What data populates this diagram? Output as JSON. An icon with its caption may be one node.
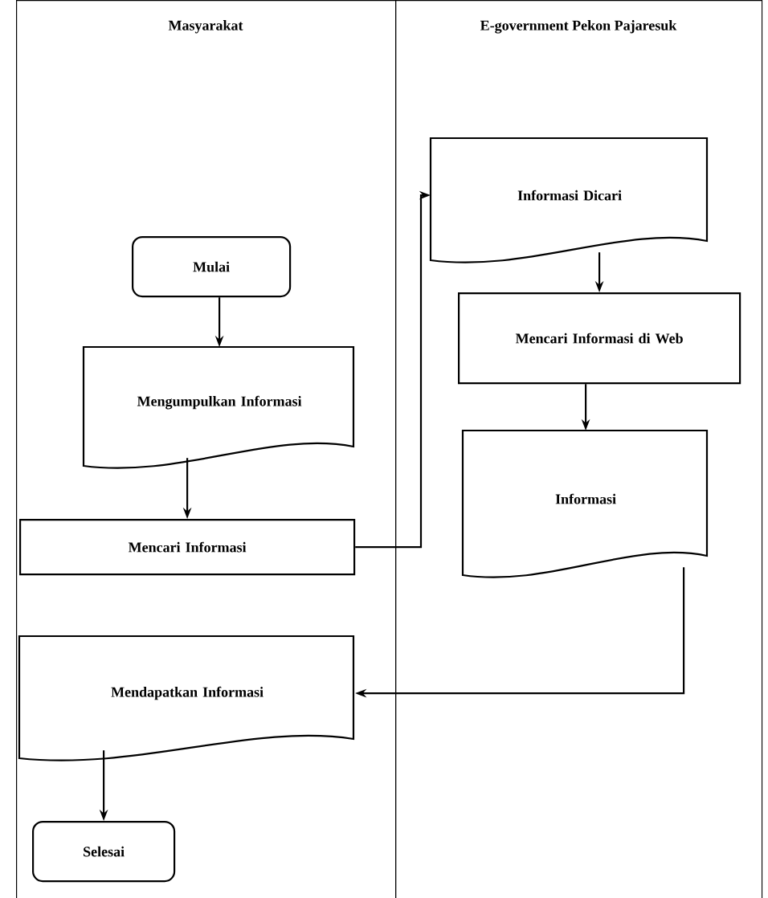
{
  "diagram": {
    "nodes": [
      {
        "text": [
          "Masyarakat"
        ]
      },
      {
        "text": [
          "E-government Pekon Pajaresuk"
        ]
      },
      {
        "text": [
          "Mulai"
        ],
        "in": 0
      },
      {
        "text": [
          "Mengumpulkan Informasi"
        ],
        "in": 0
      },
      {
        "text": [
          "Mencari Informasi"
        ],
        "in": 0
      },
      {
        "text": [
          "Informasi Dicari"
        ],
        "in": 1
      },
      {
        "text": [
          "Mencari Informasi di Web"
        ],
        "in": 1
      },
      {
        "text": [
          "Informasi"
        ],
        "in": 1
      },
      {
        "text": [
          "Mendapatkan Informasi"
        ],
        "in": 0
      },
      {
        "text": [
          "Selesai"
        ],
        "in": 0
      }
    ],
    "edges": [
      {
        "from": 2,
        "to": 3,
        "arrow": "to"
      },
      {
        "from": 3,
        "to": 4,
        "arrow": "to"
      },
      {
        "from": 4,
        "to": 5,
        "arrow": "to"
      },
      {
        "from": 5,
        "to": 6,
        "arrow": "to"
      },
      {
        "from": 6,
        "to": 7,
        "arrow": "to"
      },
      {
        "from": 7,
        "to": 8,
        "arrow": "to"
      },
      {
        "from": 8,
        "to": 9,
        "arrow": "to"
      }
    ]
  }
}
